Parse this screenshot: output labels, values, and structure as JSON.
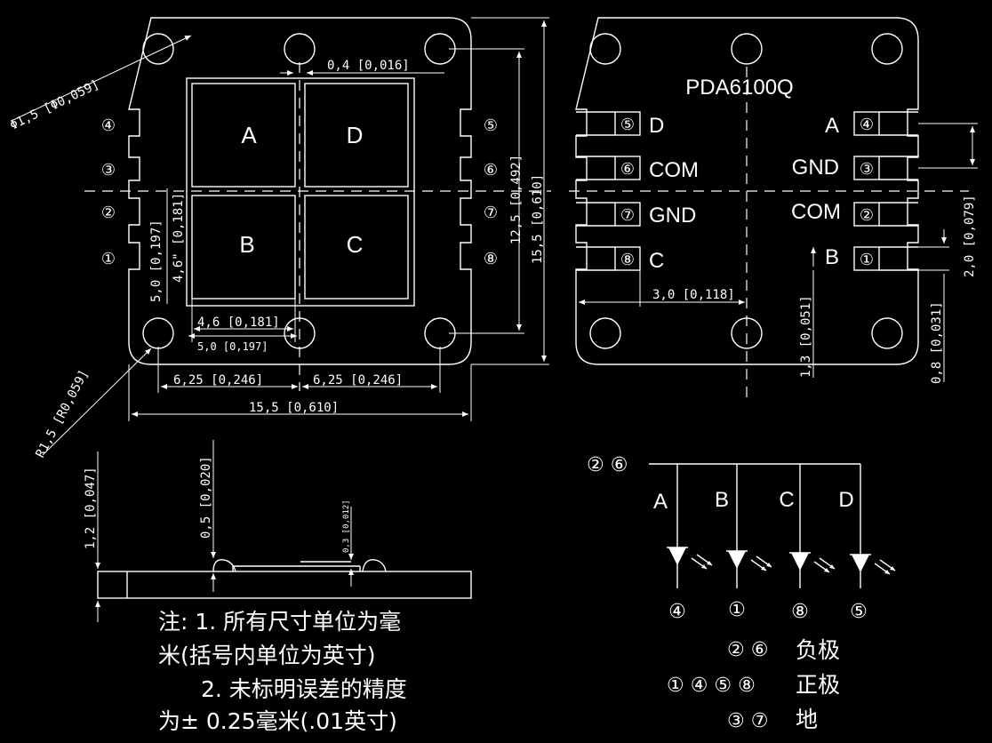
{
  "part_number": "PDA6100Q",
  "pad_letters": [
    "A",
    "D",
    "B",
    "C"
  ],
  "left_pin_numbers": [
    "④",
    "③",
    "②",
    "①"
  ],
  "right_pin_numbers": [
    "⑤",
    "⑥",
    "⑦",
    "⑧"
  ],
  "top_view": {
    "left_pins": [
      {
        "num": "⑤",
        "label": "D"
      },
      {
        "num": "⑥",
        "label": "COM"
      },
      {
        "num": "⑦",
        "label": "GND"
      },
      {
        "num": "⑧",
        "label": "C"
      }
    ],
    "right_pins": [
      {
        "num": "④",
        "label": "A"
      },
      {
        "num": "③",
        "label": "GND"
      },
      {
        "num": "②",
        "label": "COM"
      },
      {
        "num": "①",
        "label": "B"
      }
    ]
  },
  "dimensions": {
    "hole_dia": "Φ1,5 [Φ0,059]",
    "gap": "0,4 [0,016]",
    "inner_height": "12,5 [0,492]",
    "outer_height": "15,5 [0,610]",
    "pad_h_46": "4,6\" [0,181]",
    "pad_h_50": "5,0 [0,197]",
    "pad_w_46": "4,6 [0,181]",
    "pad_w_50": "5,0 [0,197]",
    "pitch_left": "6,25 [0,246]",
    "pitch_right": "6,25 [0,246]",
    "total_width": "15,5 [0,610]",
    "corner_radius": "R1,5 [R0,059]",
    "pin_offset": "3,0 [0,118]",
    "lead_pitch": "2,0 [0,079]",
    "lead_len": "1,3 [0,051]",
    "lead_w": "0,8 [0,031]",
    "thickness": "1,2 [0,047]",
    "height_05": "0,5 [0,020]",
    "height_03": "0,3 [0,012]"
  },
  "schematic": {
    "common_pins": "② ⑥",
    "channels": [
      {
        "letter": "A",
        "pin": "④"
      },
      {
        "letter": "B",
        "pin": "①"
      },
      {
        "letter": "C",
        "pin": "⑧"
      },
      {
        "letter": "D",
        "pin": "⑤"
      }
    ],
    "legend": [
      {
        "pins": "② ⑥",
        "text": "负极"
      },
      {
        "pins": "① ④ ⑤ ⑧",
        "text": "正极"
      },
      {
        "pins": "③ ⑦",
        "text": "地"
      }
    ]
  },
  "notes": [
    "注: 1. 所有尺寸单位为毫",
    "米(括号内单位为英寸)",
    "2. 未标明误差的精度",
    "为± 0.25毫米(.01英寸)"
  ]
}
